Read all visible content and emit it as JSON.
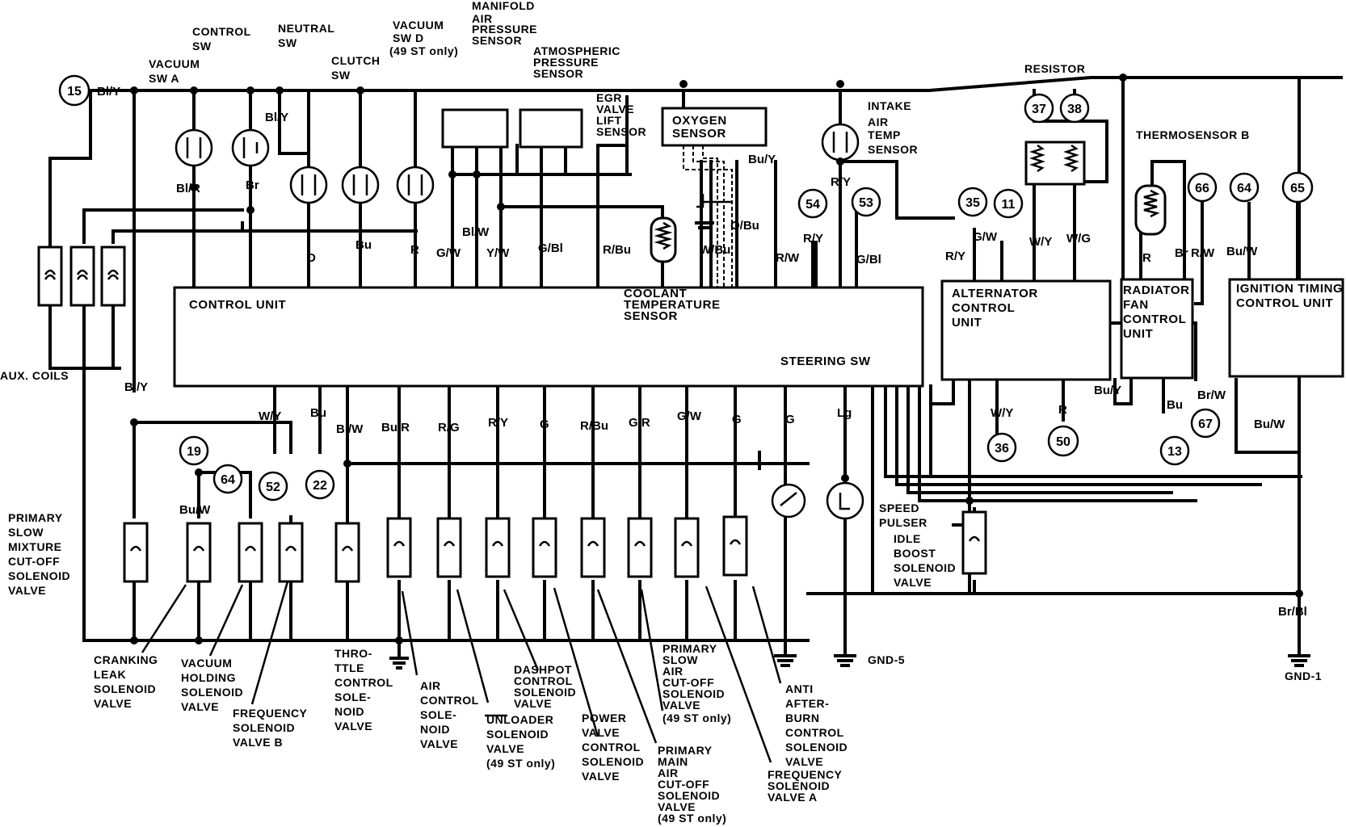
{
  "boxes": {
    "control_unit": "CONTROL UNIT",
    "steering_sw": "STEERING SW",
    "coolant_sensor": [
      "COOLANT",
      "TEMPERATURE",
      "SENSOR"
    ],
    "alternator": [
      "ALTERNATOR",
      "CONTROL",
      "UNIT"
    ],
    "radiator": [
      "RADIATOR",
      "FAN",
      "CONTROL",
      "UNIT"
    ],
    "ignition": [
      "IGNITION TIMING",
      "CONTROL UNIT"
    ],
    "oxygen": [
      "OXYGEN",
      "SENSOR"
    ]
  },
  "top_labels": {
    "control_sw": [
      "CONTROL",
      "SW"
    ],
    "vacuum_sw_a": [
      "VACUUM",
      "SW A"
    ],
    "neutral_sw": [
      "NEUTRAL",
      "SW"
    ],
    "clutch_sw": [
      "CLUTCH",
      "SW"
    ],
    "vacuum_sw_d": [
      "VACUUM",
      "SW D",
      "(49 ST only)"
    ],
    "manifold": [
      "MANIFOLD",
      "AIR",
      "PRESSURE",
      "SENSOR"
    ],
    "atmospheric": [
      "ATMOSPHERIC",
      "PRESSURE",
      "SENSOR"
    ],
    "egr": [
      "EGR",
      "VALVE",
      "LIFT",
      "SENSOR"
    ],
    "intake": [
      "INTAKE",
      "AIR",
      "TEMP",
      "SENSOR"
    ],
    "resistor": "RESISTOR",
    "thermosensor_b": "THERMOSENSOR B",
    "aux_coils": "AUX. COILS"
  },
  "bottom_labels": {
    "primary_slow": [
      "PRIMARY",
      "SLOW",
      "MIXTURE",
      "CUT-OFF",
      "SOLENOID",
      "VALVE"
    ],
    "cranking": [
      "CRANKING",
      "LEAK",
      "SOLENOID",
      "VALVE"
    ],
    "vacuum_holding": [
      "VACUUM",
      "HOLDING",
      "SOLENOID",
      "VALVE"
    ],
    "frequency_b": [
      "FREQUENCY",
      "SOLENOID",
      "VALVE B"
    ],
    "throttle": [
      "THRO-",
      "TTLE",
      "CONTROL",
      "SOLE-",
      "NOID",
      "VALVE"
    ],
    "air_control": [
      "AIR",
      "CONTROL",
      "SOLE-",
      "NOID",
      "VALVE"
    ],
    "unloader": [
      "UNLOADER",
      "SOLENOID",
      "VALVE",
      "(49 ST only)"
    ],
    "dashpot": [
      "DASHPOT",
      "CONTROL",
      "SOLENOID",
      "VALVE"
    ],
    "power": [
      "POWER",
      "VALVE",
      "CONTROL",
      "SOLENOID",
      "VALVE"
    ],
    "primary_main": [
      "PRIMARY",
      "MAIN",
      "AIR",
      "CUT-OFF",
      "SOLENOID",
      "VALVE",
      "(49 ST only)"
    ],
    "primary_slow_air": [
      "PRIMARY",
      "SLOW",
      "AIR",
      "CUT-OFF",
      "SOLENOID",
      "VALVE",
      "(49 ST only)"
    ],
    "anti_afterburn": [
      "ANTI",
      "AFTER-",
      "BURN",
      "CONTROL",
      "SOLENOID",
      "VALVE"
    ],
    "frequency_a": [
      "FREQUENCY",
      "SOLENOID",
      "VALVE A"
    ],
    "speed_pulser": [
      "SPEED",
      "PULSER"
    ],
    "idle_boost": [
      "IDLE",
      "BOOST",
      "SOLENOID",
      "VALVE"
    ],
    "gnd5": "GND-5",
    "gnd1": "GND-1"
  },
  "wire_colors": {
    "bly_top": "Bl/Y",
    "bly_mid": "Bl/Y",
    "bly_left": "Bl/Y",
    "blr": "Bl/R",
    "br_top": "Br",
    "d": "D",
    "bu_top": "Bu",
    "r_top": "R",
    "gw_top": "G/W",
    "blw_top": "Bl/W",
    "yw": "Y/W",
    "gbl_top": "G/Bl",
    "rbu_top": "R/Bu",
    "wbu": "W/Bu",
    "obu": "O/Bu",
    "buy_top": "Bu/Y",
    "rw_top": "R/W",
    "ry_54": "R/Y",
    "gbl_53": "G/Bl",
    "ry_intake": "R/Y",
    "gw_35": "G/W",
    "ry_alt": "R/Y",
    "wy_37": "W/Y",
    "wg_38": "W/G",
    "r_thermo": "R",
    "br_thermo": "Br",
    "rw_66": "R/W",
    "buw_64": "Bu/W",
    "wy_bot": "W/Y",
    "bu_bot": "Bu",
    "blw_bot": "Bl/W",
    "bur": "Bu/R",
    "rg": "R/G",
    "ry_bot": "R/Y",
    "g1": "G",
    "rbu_bot": "R/Bu",
    "gr": "G/R",
    "gw_bot": "G/W",
    "g2": "G",
    "g3": "G",
    "lg": "Lg",
    "buw_19": "Bu/W",
    "wy_36": "W/Y",
    "r_50": "R",
    "buy_bot": "Bu/Y",
    "bu_13": "Bu",
    "brw_67": "Br/W",
    "buw_ign": "Bu/W",
    "brbl": "Br/Bl"
  },
  "connectors": {
    "c15": "15",
    "c54": "54",
    "c53": "53",
    "c35": "35",
    "c11": "11",
    "c37": "37",
    "c38": "38",
    "c66": "66",
    "c64a": "64",
    "c65": "65",
    "c19": "19",
    "c64b": "64",
    "c52": "52",
    "c22": "22",
    "c36": "36",
    "c50": "50",
    "c13": "13",
    "c67": "67"
  }
}
